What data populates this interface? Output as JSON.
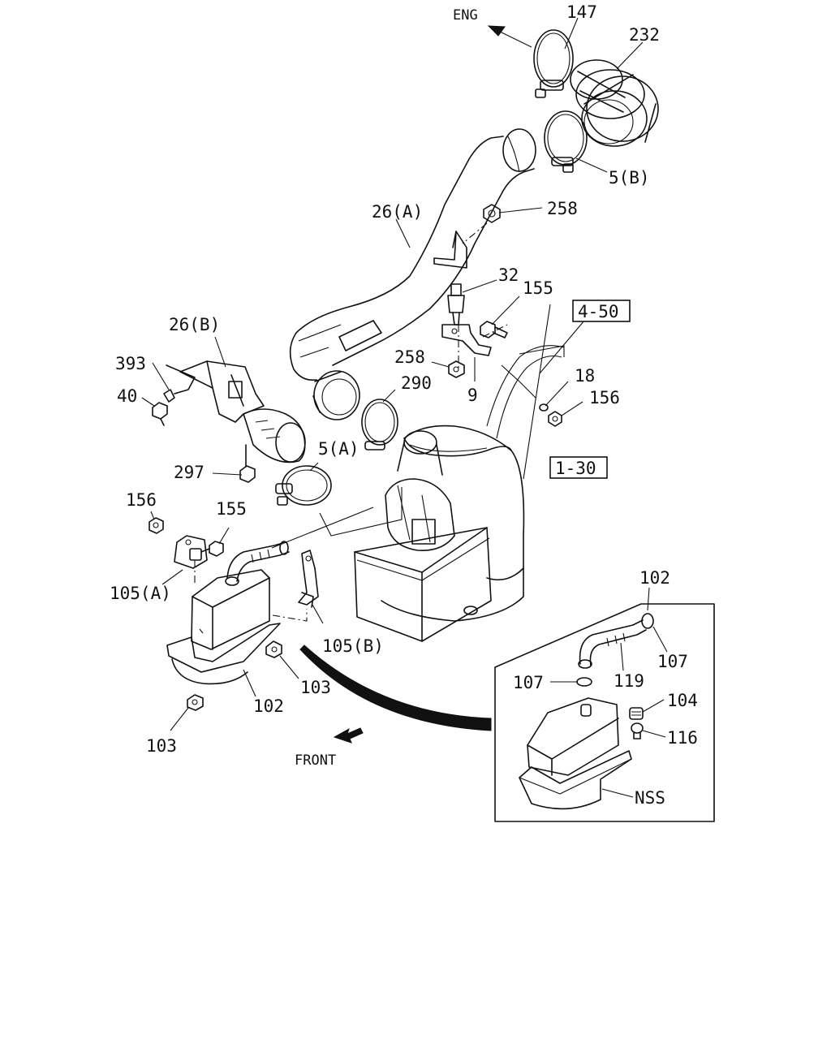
{
  "labels": {
    "eng": "ENG",
    "front": "FRONT",
    "p147": "147",
    "p232": "232",
    "p5b": "5(B)",
    "p258_top": "258",
    "p26a": "26(A)",
    "p32": "32",
    "p155_top": "155",
    "p26b": "26(B)",
    "p393": "393",
    "p40": "40",
    "p258_mid": "258",
    "p290": "290",
    "p9": "9",
    "p18": "18",
    "p156_right": "156",
    "p5a": "5(A)",
    "p297": "297",
    "p156_left": "156",
    "p155_left": "155",
    "p105a": "105(A)",
    "p105b": "105(B)",
    "p103_mid": "103",
    "p102_main": "102",
    "p103_bottom": "103",
    "p102_inset": "102",
    "p107_right": "107",
    "p107_left": "107",
    "p119": "119",
    "p104": "104",
    "p116": "116",
    "nss": "NSS"
  },
  "references": {
    "ref_4_50": "4-50",
    "ref_1_30": "1-30"
  },
  "icons": [
    "eng-direction-arrow",
    "front-direction-arrow"
  ]
}
